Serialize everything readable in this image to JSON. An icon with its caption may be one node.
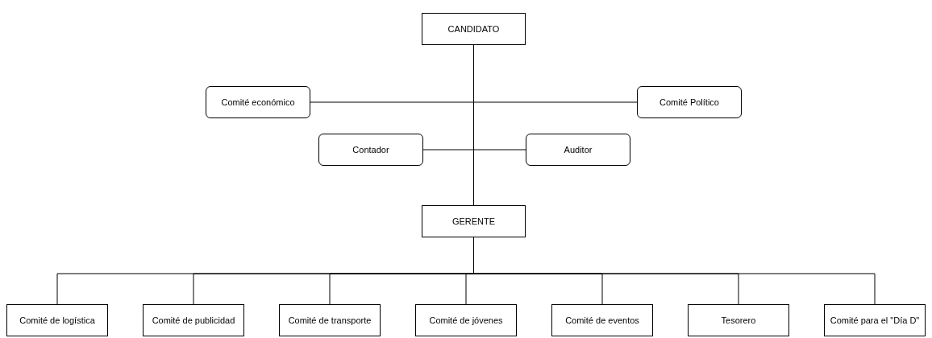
{
  "diagram": {
    "nodes": [
      {
        "text": [
          "CANDIDATO"
        ]
      },
      {
        "text": [
          "Comité económico"
        ]
      },
      {
        "text": [
          "Comité Político"
        ]
      },
      {
        "text": [
          "Contador"
        ]
      },
      {
        "text": [
          "Auditor"
        ]
      },
      {
        "text": [
          "GERENTE"
        ]
      },
      {
        "text": [
          "Comité de logística"
        ]
      },
      {
        "text": [
          "Comité de publicidad"
        ]
      },
      {
        "text": [
          "Comité de transporte"
        ]
      },
      {
        "text": [
          "Comité de jóvenes"
        ]
      },
      {
        "text": [
          "Comité de eventos"
        ]
      },
      {
        "text": [
          "Tesorero"
        ]
      },
      {
        "text": [
          "Comité para el \"Día D\""
        ]
      }
    ],
    "edges": [
      {
        "from": 0,
        "to": 1,
        "arrow": "none"
      },
      {
        "from": 0,
        "to": 2,
        "arrow": "none"
      },
      {
        "from": 0,
        "to": 3,
        "arrow": "none"
      },
      {
        "from": 0,
        "to": 4,
        "arrow": "none"
      },
      {
        "from": 0,
        "to": 5,
        "arrow": "none"
      },
      {
        "from": 5,
        "to": 6,
        "arrow": "none"
      },
      {
        "from": 5,
        "to": 7,
        "arrow": "none"
      },
      {
        "from": 5,
        "to": 8,
        "arrow": "none"
      },
      {
        "from": 5,
        "to": 9,
        "arrow": "none"
      },
      {
        "from": 5,
        "to": 10,
        "arrow": "none"
      },
      {
        "from": 5,
        "to": 11,
        "arrow": "none"
      },
      {
        "from": 5,
        "to": 12,
        "arrow": "none"
      }
    ]
  }
}
